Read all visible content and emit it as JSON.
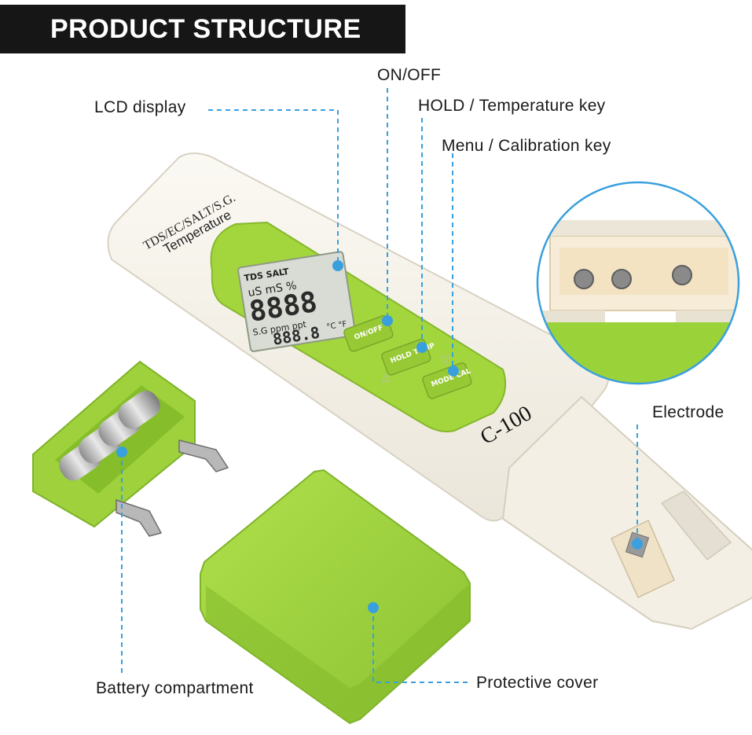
{
  "header": {
    "title": "PRODUCT STRUCTURE"
  },
  "callouts": {
    "lcd": "LCD display",
    "onoff": "ON/OFF",
    "hold": "HOLD / Temperature key",
    "menu": "Menu / Calibration key",
    "electrode": "Electrode",
    "battery": "Battery compartment",
    "cover": "Protective cover"
  },
  "device": {
    "side_label_1": "TDS/EC/SALT/S.G.",
    "side_label_2": "Temperature",
    "model": "C-100",
    "lcd_top": "TDS SALT",
    "lcd_units": "uS mS %",
    "lcd_digits": "8888",
    "lcd_lower": "S.G ppm ppt",
    "lcd_temp": "888.8",
    "lcd_deg": "°C °F",
    "key_onoff": "ON/OFF",
    "key_hold": "HOLD TEMP",
    "key_mode": "MODE CAL"
  },
  "colors": {
    "accent_green": "#9ed13b",
    "green_dark": "#7fb32a",
    "lcd_gray": "#d9dcd4",
    "callout_blue": "#3aa0dd",
    "body_white": "#f6f3ea"
  }
}
